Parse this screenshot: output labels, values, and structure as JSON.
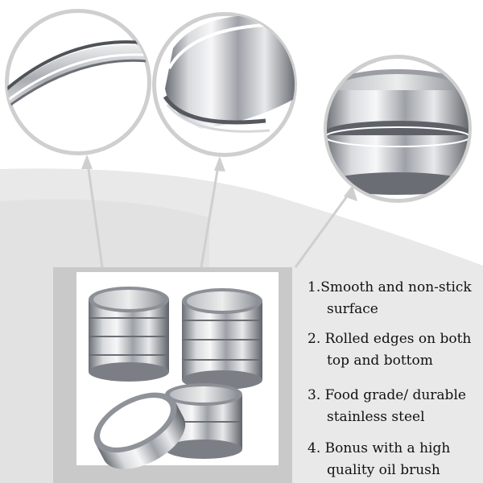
{
  "features": [
    {
      "number": "1.",
      "line1": "Smooth and non-stick",
      "line2": "surface"
    },
    {
      "number": "2. ",
      "line1": "Rolled edges on both",
      "line2": "top and bottom"
    },
    {
      "number": "3. ",
      "line1": "Food grade/ durable",
      "line2": "stainless steel"
    },
    {
      "number": "4. ",
      "line1": "Bonus with a high",
      "line2": "quality oil brush"
    }
  ],
  "colors": {
    "background": "#ffffff",
    "panel_gray": "#d9d9d9",
    "frame_gray": "#c8c8c8",
    "steel_light": "#f2f2f2",
    "steel_mid": "#bfc2c6",
    "steel_dark": "#5c6066",
    "text": "#111111"
  },
  "icons": {
    "zoom_1": "rim-closeup-icon",
    "zoom_2": "rolled-edge-closeup-icon",
    "zoom_3": "stacked-rings-closeup-icon"
  }
}
